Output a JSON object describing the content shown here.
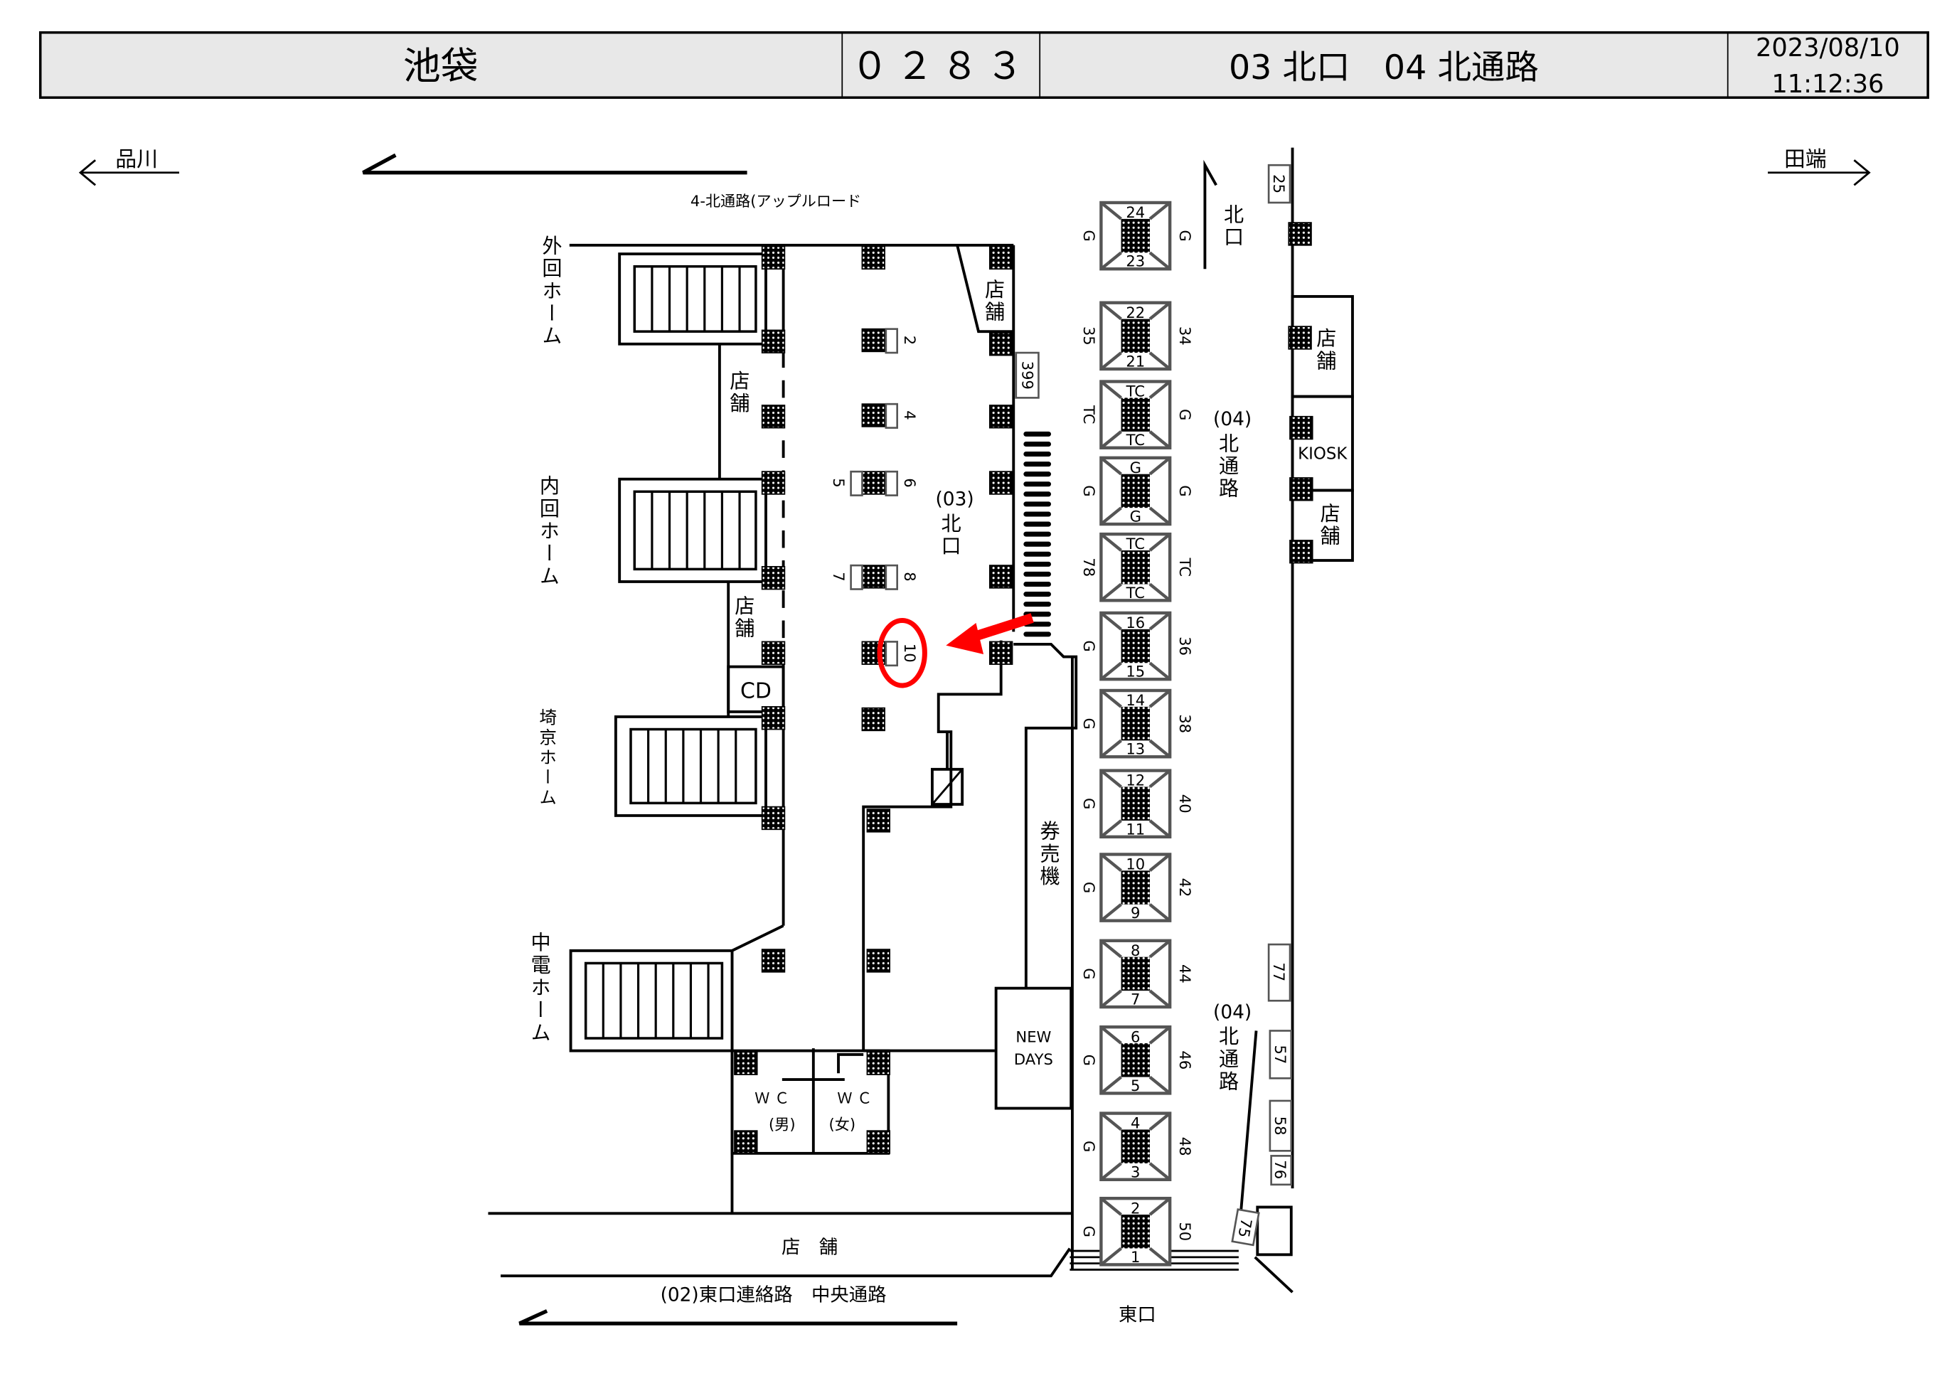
{
  "header": {
    "station": "池袋",
    "code": "０２８３",
    "area": "03 北口　04 北通路",
    "date": "2023/08/10",
    "time": "11:12:36"
  },
  "directions": {
    "left": "品川",
    "right": "田端"
  },
  "labels": {
    "apple_road": "4-北通路(アップルロード",
    "platform_outer": "外回ホーム",
    "platform_inner": "内回ホーム",
    "platform_saikyo": "埼京ホーム",
    "platform_chuden": "中電ホーム",
    "shop": "店舗",
    "shop_bottom": "店　舗",
    "exit03_code": "(03)",
    "exit03_name": "北口",
    "passage04_code": "(04)",
    "passage04_name": "北通路",
    "north_exit": "北口",
    "kiosk": "KIOSK",
    "cd": "CD",
    "ticket_machines": "券売機",
    "newdays_1": "NEW",
    "newdays_2": "DAYS",
    "wc": "Ｗ Ｃ",
    "wc_men": "(男)",
    "wc_women": "(女)",
    "central_passage": "(02)東口連絡路　中央通路",
    "east_exit": "東口"
  },
  "pillars": {
    "p2": "2",
    "p4": "4",
    "p5": "5",
    "p6": "6",
    "p7": "7",
    "p8": "8",
    "p10": "10",
    "p399": "399",
    "p25": "25",
    "p77": "77",
    "p57": "57",
    "p58": "58",
    "p76": "76",
    "p75": "75"
  },
  "highlight": {
    "pillar": "10",
    "color": "#ff0000"
  },
  "gates": [
    {
      "top": "24",
      "bottom": "23",
      "left": "G",
      "right": "G"
    },
    {
      "top": "22",
      "bottom": "21",
      "left": "35",
      "right": "34"
    },
    {
      "top": "TC",
      "bottom": "TC",
      "left": "TC",
      "right": "G"
    },
    {
      "top": "G",
      "bottom": "G",
      "left": "G",
      "right": "G"
    },
    {
      "top": "TC",
      "bottom": "TC",
      "left": "78",
      "right": "TC"
    },
    {
      "top": "16",
      "bottom": "15",
      "left": "G",
      "right": "36"
    },
    {
      "top": "14",
      "bottom": "13",
      "left": "G",
      "right": "38"
    },
    {
      "top": "12",
      "bottom": "11",
      "left": "G",
      "right": "40"
    },
    {
      "top": "10",
      "bottom": "9",
      "left": "G",
      "right": "42"
    },
    {
      "top": "8",
      "bottom": "7",
      "left": "G",
      "right": "44"
    },
    {
      "top": "6",
      "bottom": "5",
      "left": "G",
      "right": "46"
    },
    {
      "top": "4",
      "bottom": "3",
      "left": "G",
      "right": "48"
    },
    {
      "top": "2",
      "bottom": "1",
      "left": "G",
      "right": "50"
    }
  ]
}
